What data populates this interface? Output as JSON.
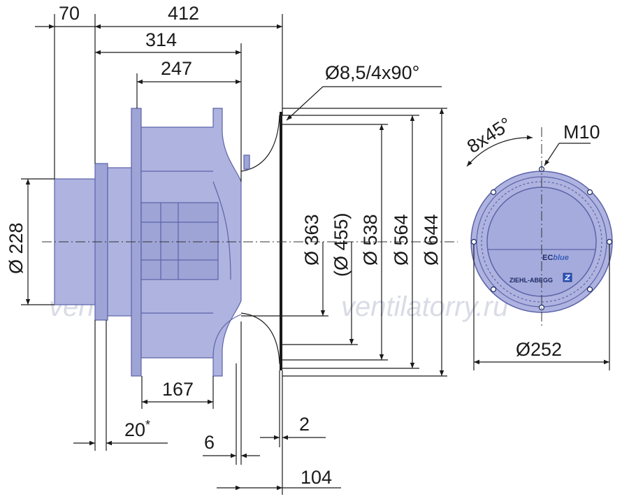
{
  "dims": {
    "d70": "70",
    "d412": "412",
    "d314": "314",
    "d247": "247",
    "hole": "Ø8,5/4x90°",
    "d228": "Ø 228",
    "d363": "Ø 363",
    "d455": "(Ø 455)",
    "d538": "Ø 538",
    "d564": "Ø 564",
    "d644": "Ø 644",
    "d167": "167",
    "d20": "20",
    "d20_mark": "*",
    "d6": "6",
    "d2": "2",
    "d104": "104",
    "angle": "8x45°",
    "m10": "M10",
    "d252": "Ø252"
  },
  "brand": {
    "ec": "EC",
    "blue": "blue",
    "maker": "ZIEHL-ABEGG"
  },
  "watermark": "ventilatorry.ru",
  "colors": {
    "body": "#aeb3e0",
    "outline": "#5c63a8",
    "brand": "#1c2a66"
  }
}
